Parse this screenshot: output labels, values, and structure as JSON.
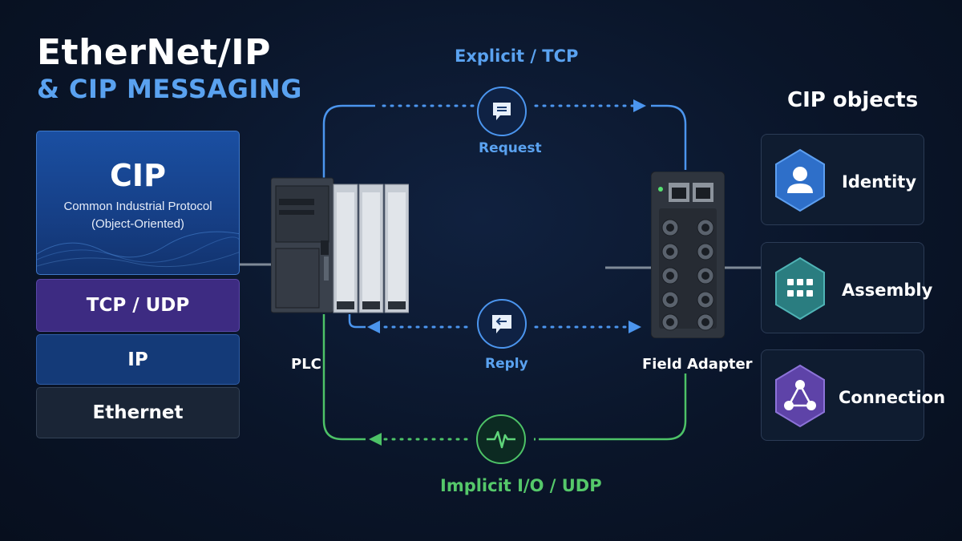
{
  "title": {
    "line1": "EtherNet/IP",
    "line2": "& CIP MESSAGING"
  },
  "stack": {
    "cip_title": "CIP",
    "cip_line1": "Common Industrial Protocol",
    "cip_line2": "(Object-Oriented)",
    "tcp_udp": "TCP / UDP",
    "ip": "IP",
    "ethernet": "Ethernet"
  },
  "flows": {
    "explicit_label": "Explicit / TCP",
    "request_label": "Request",
    "reply_label": "Reply",
    "implicit_label": "Implicit I/O / UDP"
  },
  "devices": {
    "plc_label": "PLC",
    "adapter_label": "Field Adapter"
  },
  "objects": {
    "heading": "CIP objects",
    "items": [
      {
        "label": "Identity",
        "icon": "user-icon",
        "color": "#2e6fc9"
      },
      {
        "label": "Assembly",
        "icon": "grid-icon",
        "color": "#2a7d80"
      },
      {
        "label": "Connection",
        "icon": "network-icon",
        "color": "#5e43a8"
      }
    ]
  },
  "colors": {
    "explicit": "#4b95ee",
    "implicit": "#4dc267",
    "accent": "#5aa2f0"
  }
}
